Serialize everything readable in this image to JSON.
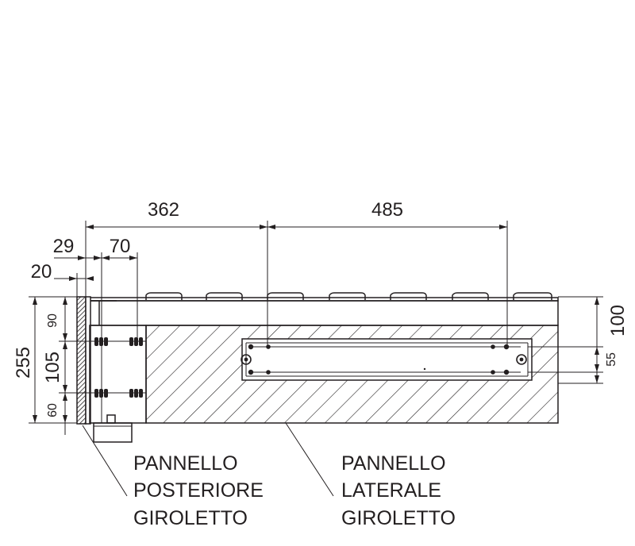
{
  "dimensions": {
    "top_left": "362",
    "top_right": "485",
    "offset_29": "29",
    "offset_70": "70",
    "offset_20": "20",
    "height_total": "255",
    "height_105": "105",
    "height_90": "90",
    "height_60": "60",
    "right_100": "100",
    "right_55": "55"
  },
  "labels": {
    "rear_panel": [
      "PANNELLO",
      "POSTERIORE",
      "GIROLETTO"
    ],
    "side_panel": [
      "PANNELLO",
      "LATERALE",
      "GIROLETTO"
    ]
  },
  "colors": {
    "ink": "#231f20",
    "background": "#ffffff"
  }
}
